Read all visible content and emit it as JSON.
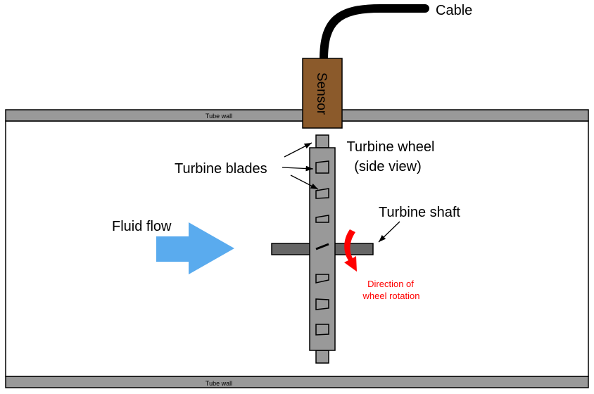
{
  "labels": {
    "cable": "Cable",
    "sensor": "Sensor",
    "tube_wall_top": "Tube wall",
    "tube_wall_bottom": "Tube wall",
    "turbine_wheel_line1": "Turbine wheel",
    "turbine_wheel_line2": "(side view)",
    "turbine_blades": "Turbine blades",
    "turbine_shaft": "Turbine shaft",
    "fluid_flow": "Fluid flow",
    "rotation_line1": "Direction of",
    "rotation_line2": "wheel rotation"
  },
  "colors": {
    "sensor": "#8b5a2b",
    "wall": "#999999",
    "wheel": "#999999",
    "shaft": "#666666",
    "flow_arrow": "#5aabee",
    "rotation": "#ff0000"
  }
}
